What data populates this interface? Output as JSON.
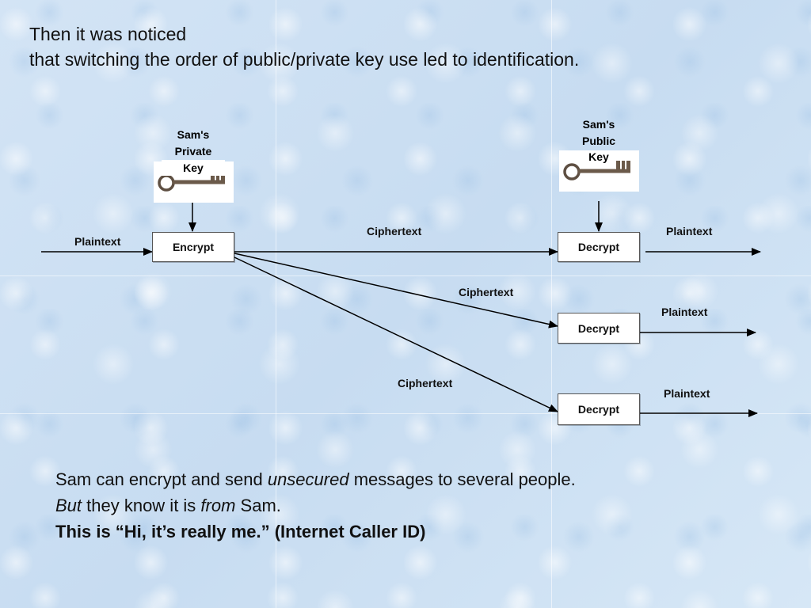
{
  "title": {
    "line1": "Then it was noticed",
    "line2": "that switching the order of public/private key use led to identification."
  },
  "diagram": {
    "private_key": {
      "line1": "Sam's",
      "line2": "Private",
      "line3": "Key",
      "icon": "key-icon"
    },
    "public_key": {
      "line1": "Sam's",
      "line2": "Public",
      "line3": "Key",
      "icon": "key-icon"
    },
    "encrypt_label": "Encrypt",
    "decrypt_label": "Decrypt",
    "plaintext_label": "Plaintext",
    "ciphertext_label": "Ciphertext",
    "colors": {
      "arrow": "#000000",
      "box_fill": "#ffffff",
      "box_border": "#555555",
      "key_metal": "#6b5a4a"
    }
  },
  "bottom_text": {
    "line1_part1": "Sam can encrypt and send ",
    "line1_italic": "unsecured",
    "line1_part2": " messages to several people.",
    "line2_italic1": "But",
    "line2_part1": " they know it is ",
    "line2_italic2": "from",
    "line2_part2": " Sam.",
    "line3_bold": "This is “Hi, it’s really me.”  (Internet Caller ID)"
  }
}
